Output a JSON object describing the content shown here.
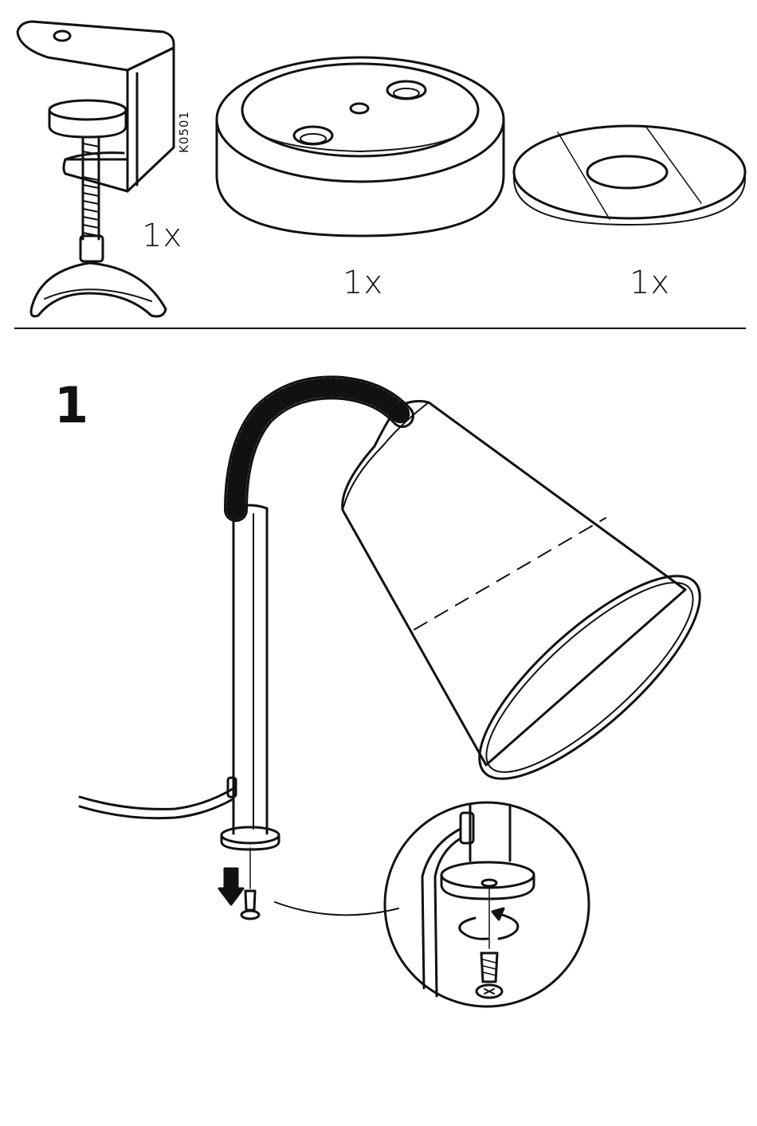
{
  "parts": [
    {
      "name": "clamp",
      "code": "K0501",
      "quantity": "1x"
    },
    {
      "name": "base",
      "quantity": "1x"
    },
    {
      "name": "disc",
      "quantity": "1x"
    }
  ],
  "step": {
    "number": "1"
  }
}
